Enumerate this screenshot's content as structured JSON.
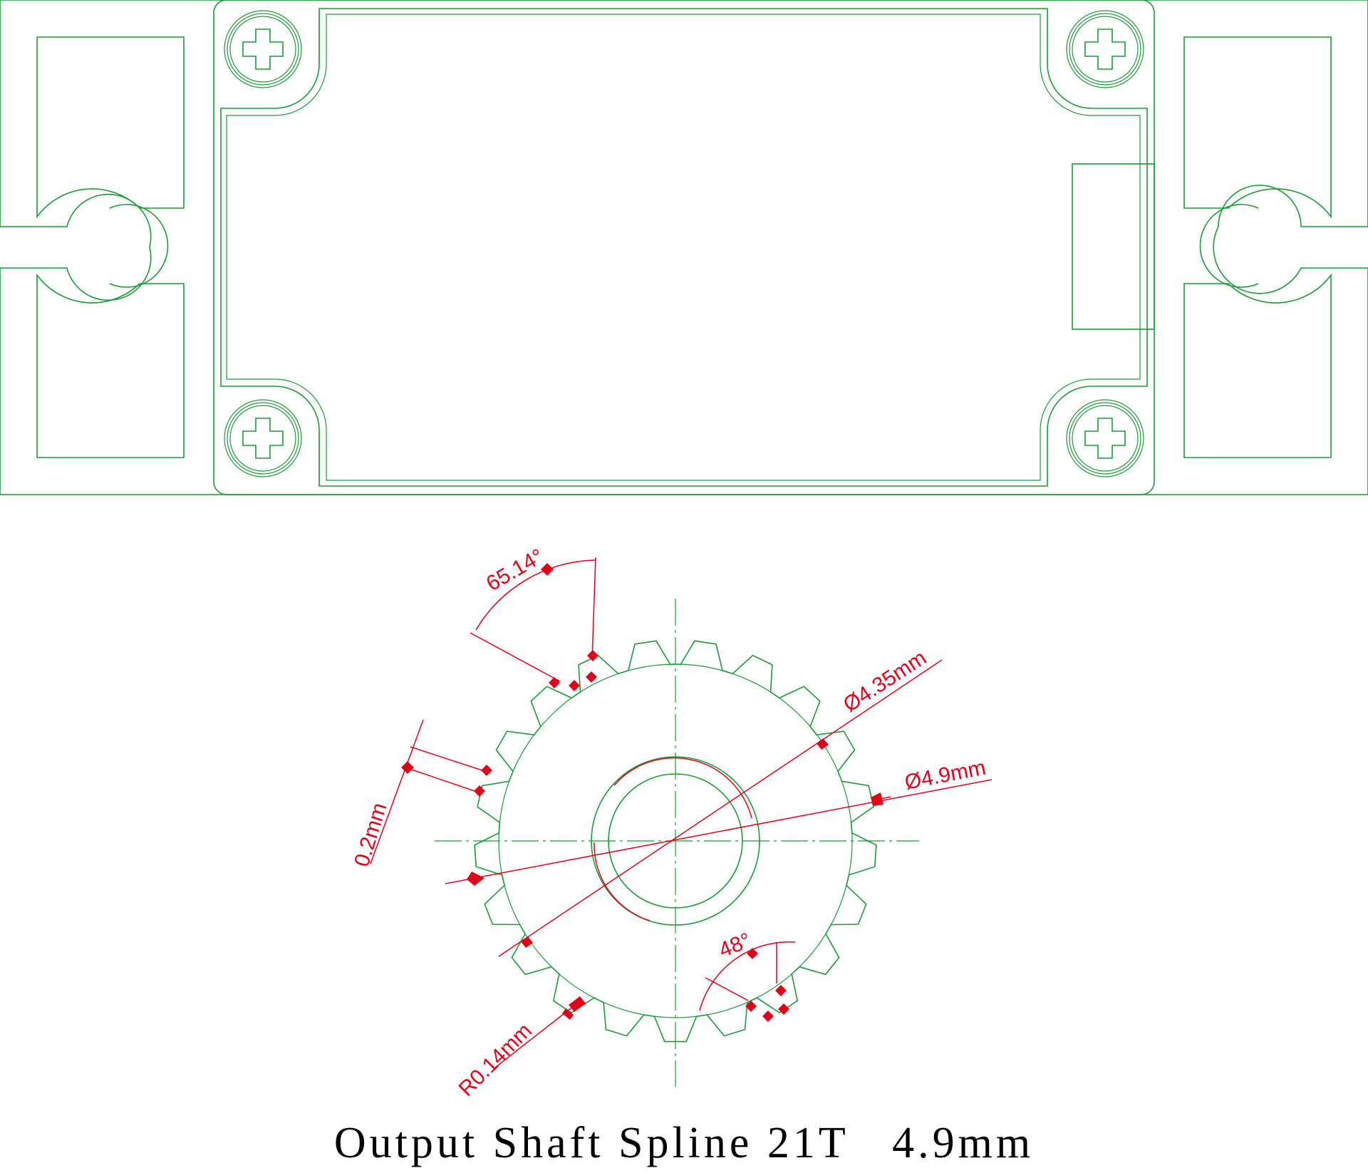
{
  "colors": {
    "outline": "#1a9a3a",
    "dimension": "#e3001b",
    "caption": "#000000"
  },
  "servo_top_view": {
    "mounting_screws": 4,
    "mounting_slots": 2
  },
  "spline": {
    "teeth": 21,
    "dimensions": {
      "angle_top": "65.14°",
      "inner_diameter": "Ø4.35mm",
      "outer_diameter": "Ø4.9mm",
      "tooth_height": "0.2mm",
      "fillet_radius": "R0.14mm",
      "angle_bottom": "48°"
    }
  },
  "caption": "Output Shaft Spline 21T   4.9mm"
}
